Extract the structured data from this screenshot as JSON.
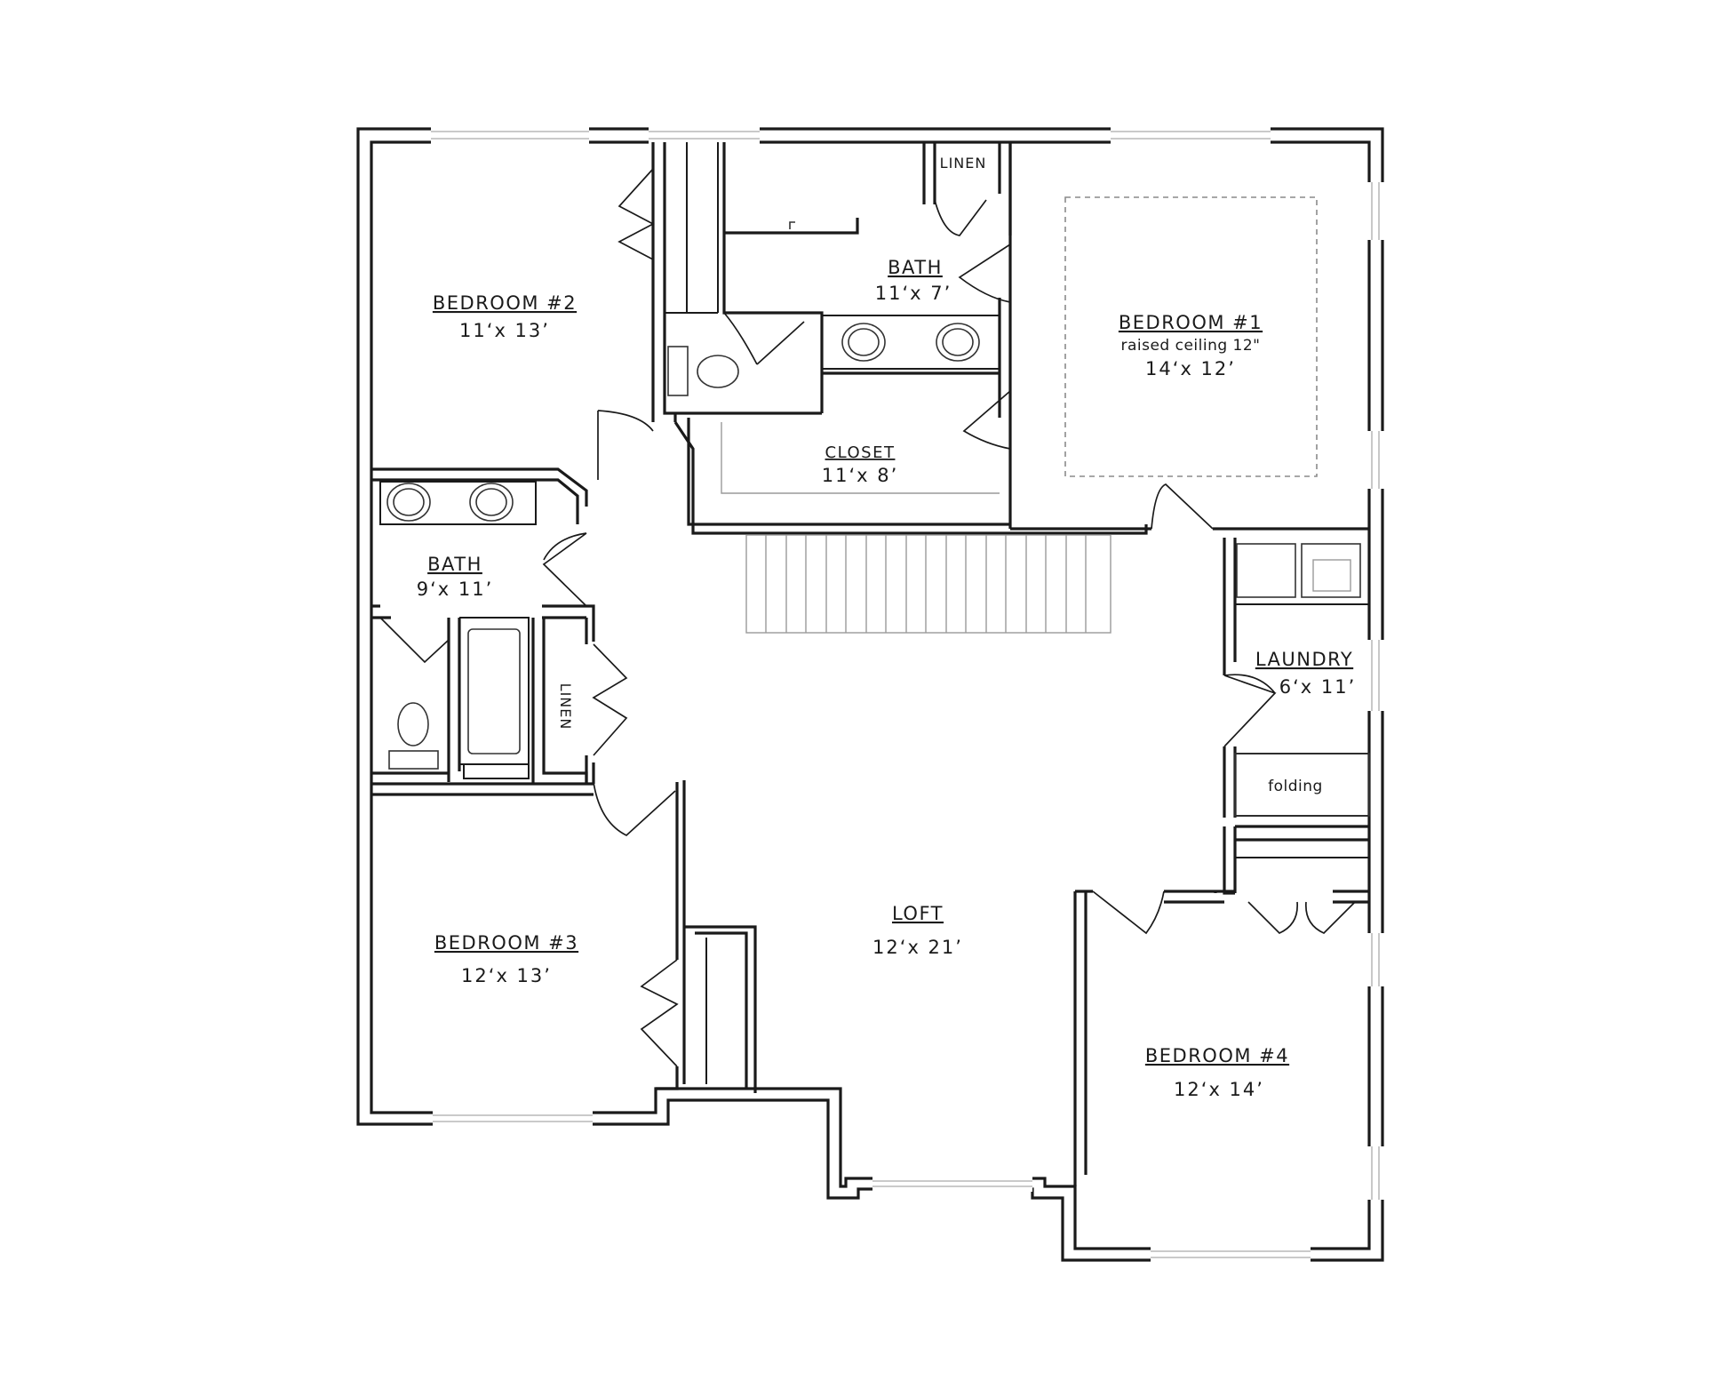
{
  "rooms": {
    "bedroom2": {
      "name": "BEDROOM #2",
      "size": "11‘x 13’"
    },
    "bath_upper": {
      "name": "BATH",
      "size": "11‘x 7’"
    },
    "linen_upper": {
      "name": "LINEN"
    },
    "bedroom1": {
      "name": "BEDROOM #1",
      "note": "raised ceiling 12\"",
      "size": "14‘x 12’"
    },
    "closet": {
      "name": "CLOSET",
      "size": "11‘x 8’"
    },
    "bath_left": {
      "name": "BATH",
      "size": "9‘x 11’"
    },
    "linen_left": {
      "name": "LINEN"
    },
    "laundry": {
      "name": "LAUNDRY",
      "size": "6‘x 11’"
    },
    "folding": {
      "name": "folding"
    },
    "loft": {
      "name": "LOFT",
      "size": "12‘x 21’"
    },
    "bedroom3": {
      "name": "BEDROOM #3",
      "size": "12‘x 13’"
    },
    "bedroom4": {
      "name": "BEDROOM #4",
      "size": "12‘x 14’"
    }
  }
}
